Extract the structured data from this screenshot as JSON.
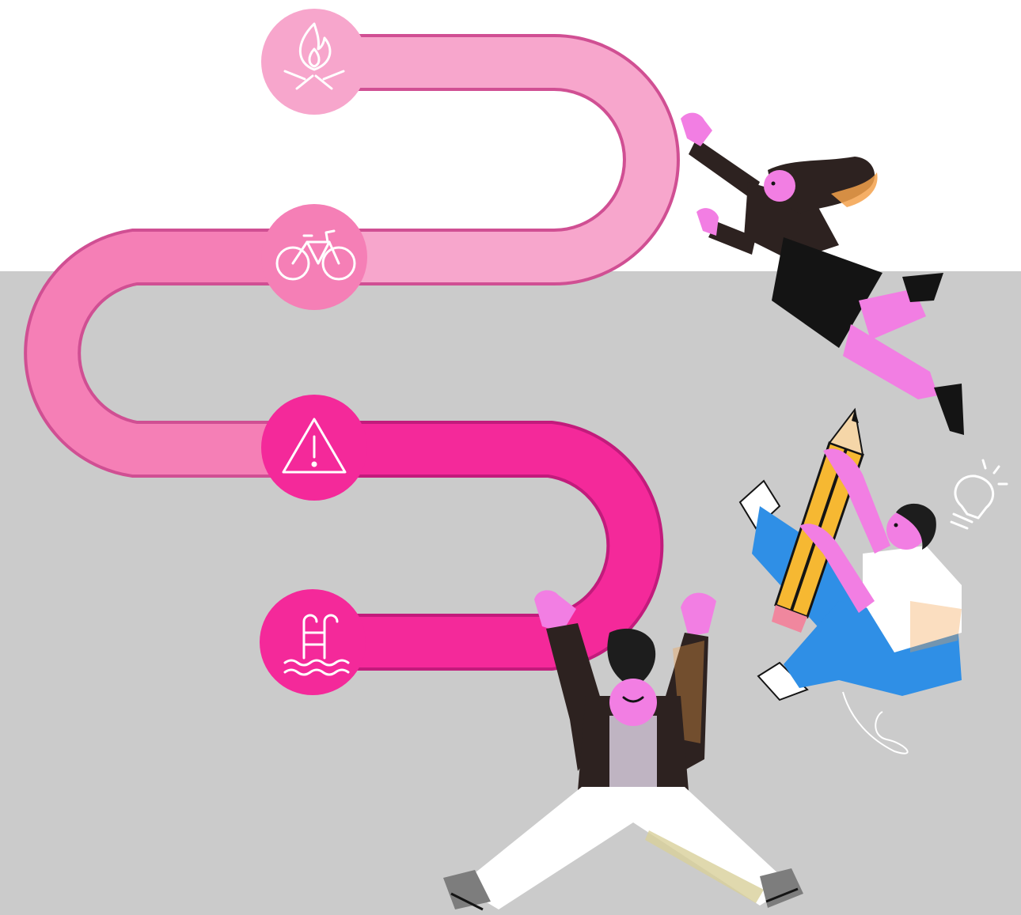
{
  "illustration": {
    "colors": {
      "background_top": "#ffffff",
      "background_bottom": "#cbcbcb",
      "path_light": "#f7a6cc",
      "path_mid": "#f57fb6",
      "path_strong": "#f4299a",
      "path_edge": "#d04f93",
      "icon_stroke": "#ffffff",
      "skin": "#f27ee3",
      "dark_clothing": "#2d2220",
      "accent_orange": "#f3a14b",
      "jeans_blue": "#2f8fe6",
      "pencil_yellow": "#f6b832"
    },
    "milestones": [
      {
        "icon": "campfire-icon"
      },
      {
        "icon": "bicycle-icon"
      },
      {
        "icon": "warning-icon"
      },
      {
        "icon": "swimming-pool-icon"
      }
    ],
    "characters": [
      {
        "name": "flying-woman"
      },
      {
        "name": "man-with-pencil"
      },
      {
        "name": "person-arms-raised"
      }
    ],
    "extras": [
      {
        "icon": "lightbulb-icon"
      }
    ]
  }
}
